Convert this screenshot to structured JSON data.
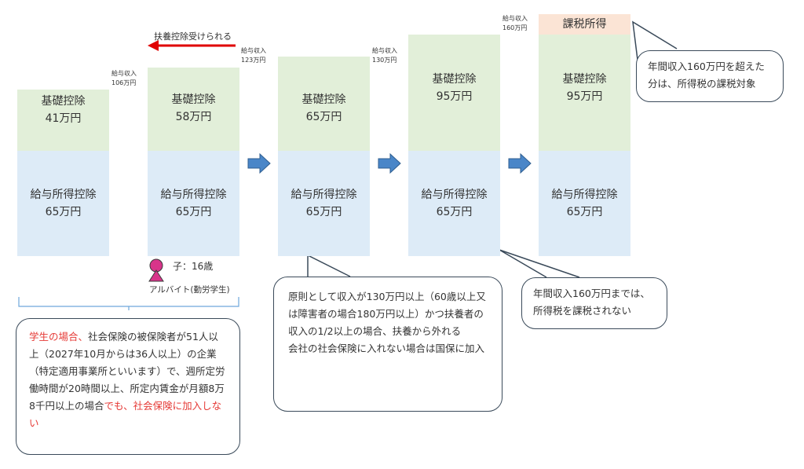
{
  "fuyou_arrow_label": "扶養控除受けられる",
  "salary_labels": {
    "s106": "給与収入\n106万円",
    "s123": "給与収入\n123万円",
    "s130": "給与収入\n130万円",
    "s160": "給与収入\n160万円"
  },
  "columns": [
    {
      "basic_label": "基礎控除",
      "basic_amount": "41万円",
      "salary_label": "給与所得控除",
      "salary_amount": "65万円"
    },
    {
      "basic_label": "基礎控除",
      "basic_amount": "58万円",
      "salary_label": "給与所得控除",
      "salary_amount": "65万円"
    },
    {
      "basic_label": "基礎控除",
      "basic_amount": "65万円",
      "salary_label": "給与所得控除",
      "salary_amount": "65万円"
    },
    {
      "basic_label": "基礎控除",
      "basic_amount": "95万円",
      "salary_label": "給与所得控除",
      "salary_amount": "65万円"
    },
    {
      "basic_label": "基礎控除",
      "basic_amount": "95万円",
      "salary_label": "給与所得控除",
      "salary_amount": "65万円",
      "taxable_label": "課税所得"
    }
  ],
  "person": {
    "child_label": "子：16歳",
    "job_label": "アルバイト(勤労学生)"
  },
  "callouts": {
    "student": {
      "lead_red": "学生の場合、",
      "body": "社会保険の被保険者が51人以上（2027年10月からは36人以上）の企業（特定適用事業所といいます）で、週所定労働時間が20時間以上、所定内賃金が月額8万8千円以上の場合",
      "tail_red": "でも、社会保険に加入しない"
    },
    "dependent": {
      "line1": "原則として収入が130万円以上（60歳以上又は障害者の場合180万円以上）かつ扶養者の収入の1/2以上の場合、扶養から外れる",
      "line2": "会社の社会保険に入れない場合は国保に加入"
    },
    "not_taxed": "年間収入160万円までは、所得税を課税されない",
    "taxed": "年間収入160万円を超えた分は、所得税の課税対象"
  },
  "colors": {
    "basic_bg": "#e2efd9",
    "salary_bg": "#ddebf7",
    "taxable_bg": "#fbe4d5",
    "red_arrow": "#e00000",
    "blue_arrow": "#4a86c8",
    "person_pink": "#d8348a"
  }
}
